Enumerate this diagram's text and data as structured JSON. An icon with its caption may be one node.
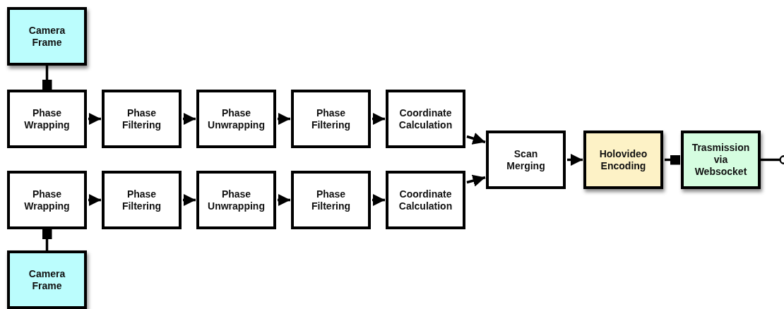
{
  "diagram": {
    "nodes": [
      {
        "text": [
          "Camera Frame"
        ]
      },
      {
        "text": [
          "Phase Wrapping"
        ]
      },
      {
        "text": [
          "Phase Filtering"
        ]
      },
      {
        "text": [
          "Phase Unwrapping"
        ]
      },
      {
        "text": [
          "Phase Filtering"
        ]
      },
      {
        "text": [
          "Coordinate Calculation"
        ]
      },
      {
        "text": [
          "Phase Wrapping"
        ]
      },
      {
        "text": [
          "Phase Filtering"
        ]
      },
      {
        "text": [
          "Phase Unwrapping"
        ]
      },
      {
        "text": [
          "Phase Filtering"
        ]
      },
      {
        "text": [
          "Coordinate Calculation"
        ]
      },
      {
        "text": [
          "Camera Frame"
        ]
      },
      {
        "text": [
          "Scan Merging"
        ]
      },
      {
        "text": [
          "Holovideo Encoding"
        ]
      },
      {
        "text": [
          "Trasmission via Websocket"
        ]
      }
    ],
    "edges": [
      {
        "from": 0,
        "to": 1,
        "arrow": "other"
      },
      {
        "from": 1,
        "to": 2,
        "arrow": "to"
      },
      {
        "from": 2,
        "to": 3,
        "arrow": "to"
      },
      {
        "from": 3,
        "to": 4,
        "arrow": "to"
      },
      {
        "from": 4,
        "to": 5,
        "arrow": "to"
      },
      {
        "from": 11,
        "to": 6,
        "arrow": "other"
      },
      {
        "from": 6,
        "to": 7,
        "arrow": "to"
      },
      {
        "from": 7,
        "to": 8,
        "arrow": "to"
      },
      {
        "from": 8,
        "to": 9,
        "arrow": "to"
      },
      {
        "from": 9,
        "to": 10,
        "arrow": "to"
      },
      {
        "from": 5,
        "to": 12,
        "arrow": "to"
      },
      {
        "from": 10,
        "to": 12,
        "arrow": "to"
      },
      {
        "from": 12,
        "to": 13,
        "arrow": "to"
      },
      {
        "from": 13,
        "to": 14,
        "arrow": "other"
      },
      {
        "from": 14,
        "to": null,
        "arrow": "other"
      }
    ]
  }
}
